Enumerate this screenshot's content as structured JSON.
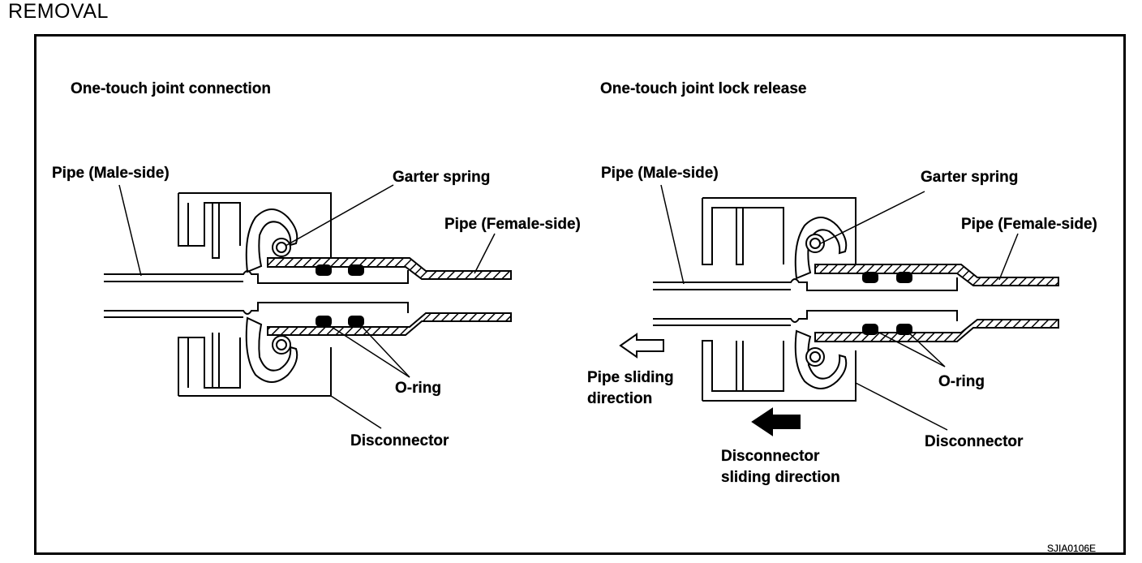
{
  "heading": "REMOVAL",
  "left_panel": {
    "title": "One-touch joint connection",
    "pipe_male": "Pipe (Male-side)",
    "garter_spring": "Garter spring",
    "pipe_female": "Pipe (Female-side)",
    "o_ring": "O-ring",
    "disconnector": "Disconnector"
  },
  "right_panel": {
    "title": "One-touch joint lock release",
    "pipe_male": "Pipe (Male-side)",
    "garter_spring": "Garter spring",
    "pipe_female": "Pipe (Female-side)",
    "o_ring": "O-ring",
    "disconnector": "Disconnector",
    "pipe_sliding_line1": "Pipe sliding",
    "pipe_sliding_line2": "direction",
    "disconnector_sliding_line1": "Disconnector",
    "disconnector_sliding_line2": "sliding direction"
  },
  "figure_code": "SJIA0106E"
}
